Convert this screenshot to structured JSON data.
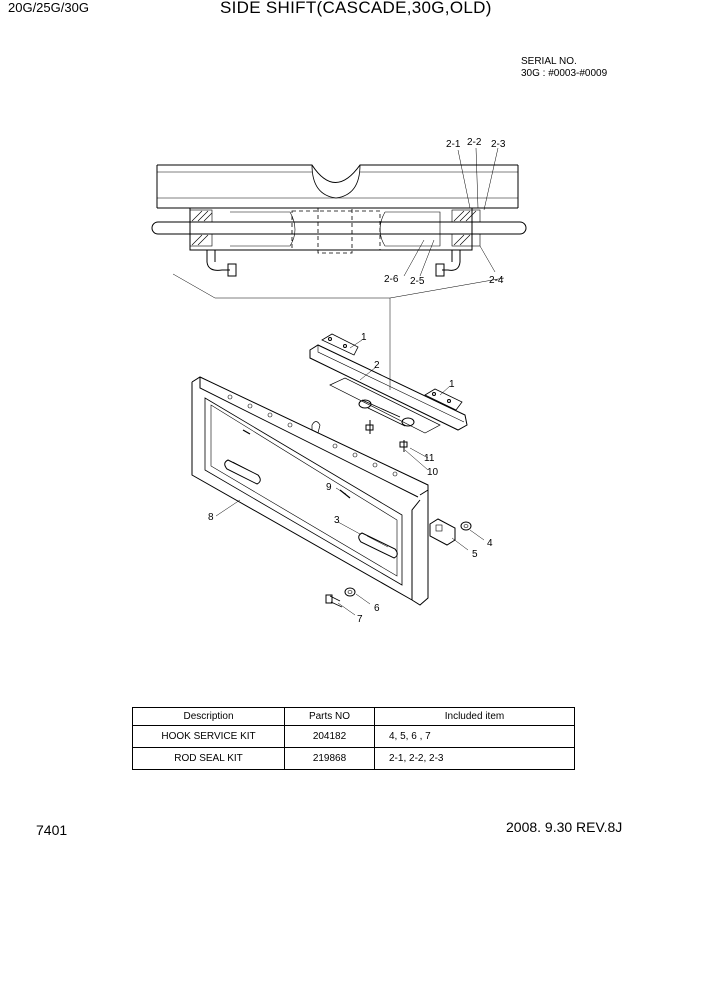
{
  "header": {
    "model": "20G/25G/30G",
    "title": "SIDE SHIFT(CASCADE,30G,OLD)"
  },
  "serial": {
    "label": "SERIAL NO.",
    "range": "30G : #0003-#0009"
  },
  "callouts": {
    "c2_1": "2-1",
    "c2_2": "2-2",
    "c2_3": "2-3",
    "c2_4": "2-4",
    "c2_5": "2-5",
    "c2_6": "2-6",
    "c1a": "1",
    "c1b": "1",
    "c2": "2",
    "c3": "3",
    "c4": "4",
    "c5": "5",
    "c6": "6",
    "c7": "7",
    "c8": "8",
    "c9": "9",
    "c10": "10",
    "c11": "11"
  },
  "kits_table": {
    "headers": [
      "Description",
      "Parts NO",
      "Included item"
    ],
    "rows": [
      [
        "HOOK SERVICE KIT",
        "204182",
        "4, 5, 6 , 7"
      ],
      [
        "ROD SEAL KIT",
        "219868",
        "2-1, 2-2, 2-3"
      ]
    ]
  },
  "footer": {
    "page_number": "7401",
    "revision": "2008. 9.30  REV.8J"
  }
}
